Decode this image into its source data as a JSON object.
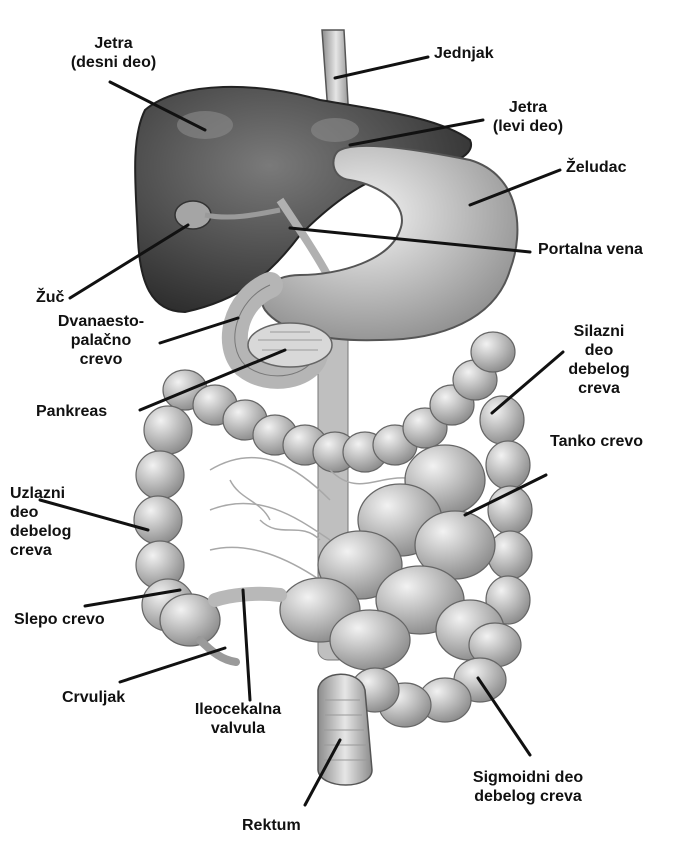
{
  "labels": {
    "jetra_desni": [
      "Jetra",
      "(desni deo)"
    ],
    "jednjak": "Jednjak",
    "jetra_levi": [
      "Jetra",
      "(levi deo)"
    ],
    "zeludac": "Želudac",
    "portalna_vena": "Portalna vena",
    "zuc": "Žuč",
    "dvanaestopalacno": [
      "Dvanaesto-",
      "palačno",
      "crevo"
    ],
    "silazni": [
      "Silazni",
      "deo",
      "debelog",
      "creva"
    ],
    "pankreas": "Pankreas",
    "tanko_crevo": "Tanko crevo",
    "uzlazni": [
      "Uzlazni",
      "deo",
      "debelog",
      "creva"
    ],
    "slepo_crevo": "Slepo crevo",
    "crvuljak": "Crvuljak",
    "ileocekalna": [
      "Ileocekalna",
      "valvula"
    ],
    "sigmoidni": [
      "Sigmoidni deo",
      "debelog creva"
    ],
    "rektum": "Rektum"
  },
  "colors": {
    "liver": "#4a4a4a",
    "stomach": "#c8c8c8",
    "intestine": "#bdbdbd",
    "leader_line": "#111111"
  }
}
